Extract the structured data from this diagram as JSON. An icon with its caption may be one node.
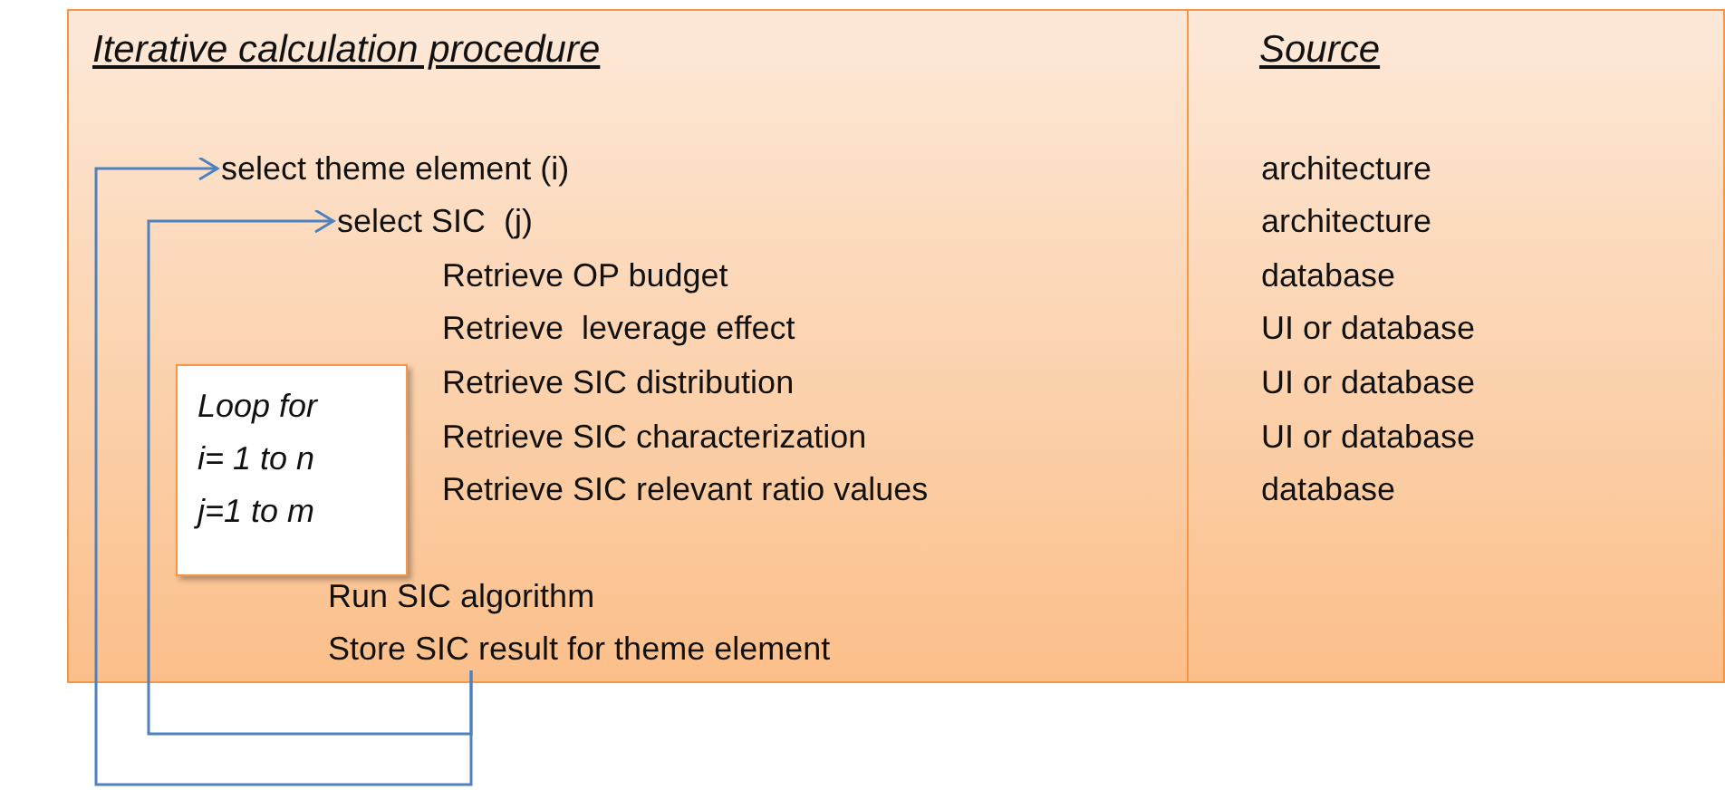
{
  "diagram": {
    "nodes": [
      {
        "text": [
          "Iterative calculation procedure"
        ]
      },
      {
        "text": [
          "Source"
        ]
      },
      {
        "text": [
          "select theme element (i)"
        ],
        "in": 0
      },
      {
        "text": [
          "select SIC  (j)"
        ],
        "in": 0
      },
      {
        "text": [
          "Retrieve OP budget"
        ],
        "in": 0
      },
      {
        "text": [
          "Retrieve  leverage effect"
        ],
        "in": 0
      },
      {
        "text": [
          "Retrieve SIC distribution"
        ],
        "in": 0
      },
      {
        "text": [
          "Retrieve SIC characterization"
        ],
        "in": 0
      },
      {
        "text": [
          "Retrieve SIC relevant ratio values"
        ],
        "in": 0
      },
      {
        "text": [
          "Run SIC algorithm"
        ],
        "in": 0
      },
      {
        "text": [
          "Store SIC result for theme element"
        ],
        "in": 0
      },
      {
        "text": [
          "architecture"
        ],
        "in": 1
      },
      {
        "text": [
          "architecture"
        ],
        "in": 1
      },
      {
        "text": [
          "database"
        ],
        "in": 1
      },
      {
        "text": [
          "UI or database"
        ],
        "in": 1
      },
      {
        "text": [
          "UI or database"
        ],
        "in": 1
      },
      {
        "text": [
          "UI or database"
        ],
        "in": 1
      },
      {
        "text": [
          "database"
        ],
        "in": 1
      },
      {
        "text": [
          "Loop for i= 1 to n j=1 to m"
        ],
        "in": 0
      }
    ],
    "edges": [
      {
        "from": 10,
        "to": 2,
        "arrow": "to"
      },
      {
        "from": 10,
        "to": 3,
        "arrow": "to"
      }
    ]
  }
}
